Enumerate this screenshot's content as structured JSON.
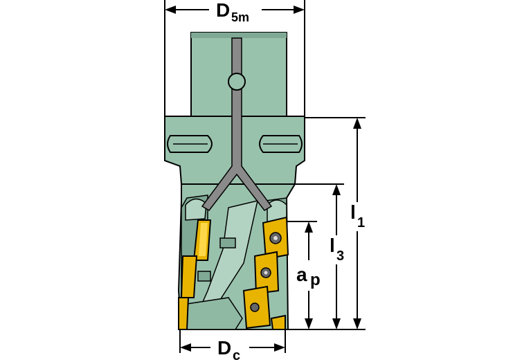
{
  "dimensions": {
    "d5m": {
      "main": "D",
      "sub": "5m"
    },
    "dc": {
      "main": "D",
      "sub": "c"
    },
    "l1": {
      "main": "l",
      "sub": "1"
    },
    "l3": {
      "main": "l",
      "sub": "3"
    },
    "ap": {
      "main": "a",
      "sub": "p"
    }
  },
  "colors": {
    "body": "#99c2ad",
    "body_shade": "#7fa995",
    "coolant": "#8a8a8a",
    "insert": "#e8b400",
    "insert_dark": "#8a6a00",
    "outline": "#000000"
  }
}
